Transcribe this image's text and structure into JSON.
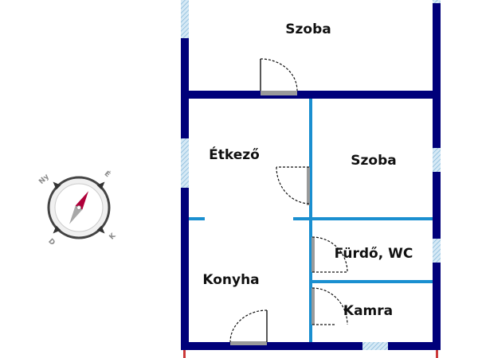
{
  "rooms": {
    "szoba_top": "Szoba",
    "etkezo": "Étkező",
    "szoba_mid": "Szoba",
    "furdo": "Fürdő, WC",
    "konyha": "Konyha",
    "kamra": "Kamra"
  },
  "compass": {
    "n": "É",
    "e": "K",
    "s": "D",
    "w": "Ny"
  },
  "colors": {
    "outer_wall": "#00007a",
    "inner_wall": "#1a8fd0",
    "window": "#a9cfe8",
    "door_threshold": "#9a9a9a",
    "compass_needle": "#b0003a"
  }
}
